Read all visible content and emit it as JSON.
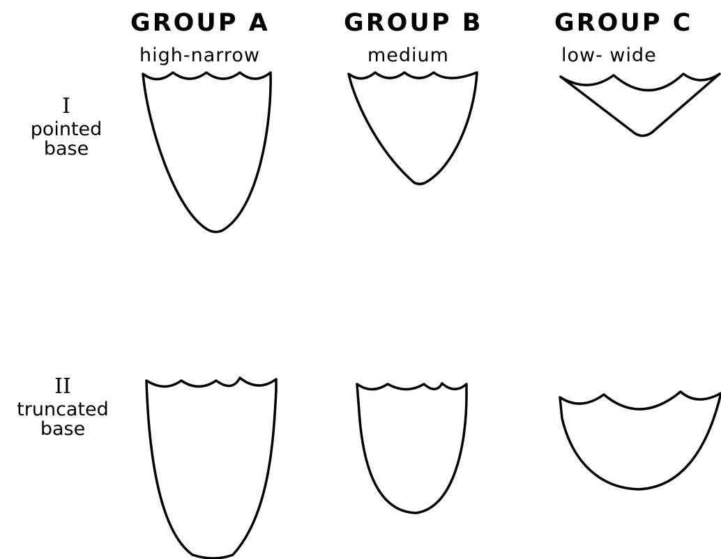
{
  "columns": [
    {
      "id": "a",
      "title": "GROUP A",
      "subtitle": "high-narrow"
    },
    {
      "id": "b",
      "title": "GROUP B",
      "subtitle": "medium"
    },
    {
      "id": "c",
      "title": "GROUP C",
      "subtitle": "low- wide"
    }
  ],
  "rows": [
    {
      "id": "i",
      "numeral": "I",
      "label_line1": "pointed",
      "label_line2": "base"
    },
    {
      "id": "ii",
      "numeral": "II",
      "label_line1": "truncated",
      "label_line2": "base"
    }
  ],
  "colors": {
    "line": "#000000",
    "background": "#ffffff"
  }
}
